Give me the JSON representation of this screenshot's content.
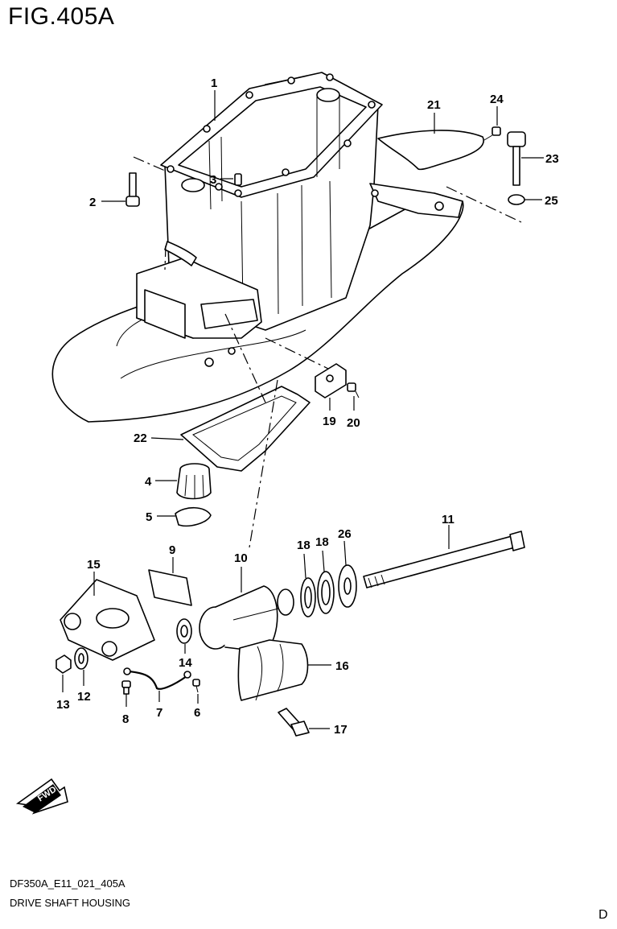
{
  "figure": {
    "title": "FIG.405A",
    "code": "DF350A_E11_021_405A",
    "caption": "DRIVE SHAFT HOUSING",
    "page_letter": "D"
  },
  "callouts": [
    "1",
    "2",
    "3",
    "4",
    "5",
    "6",
    "7",
    "8",
    "9",
    "10",
    "11",
    "12",
    "13",
    "14",
    "15",
    "16",
    "17",
    "18",
    "18",
    "19",
    "20",
    "21",
    "22",
    "23",
    "24",
    "25",
    "26"
  ],
  "fwd_badge": "FWD"
}
